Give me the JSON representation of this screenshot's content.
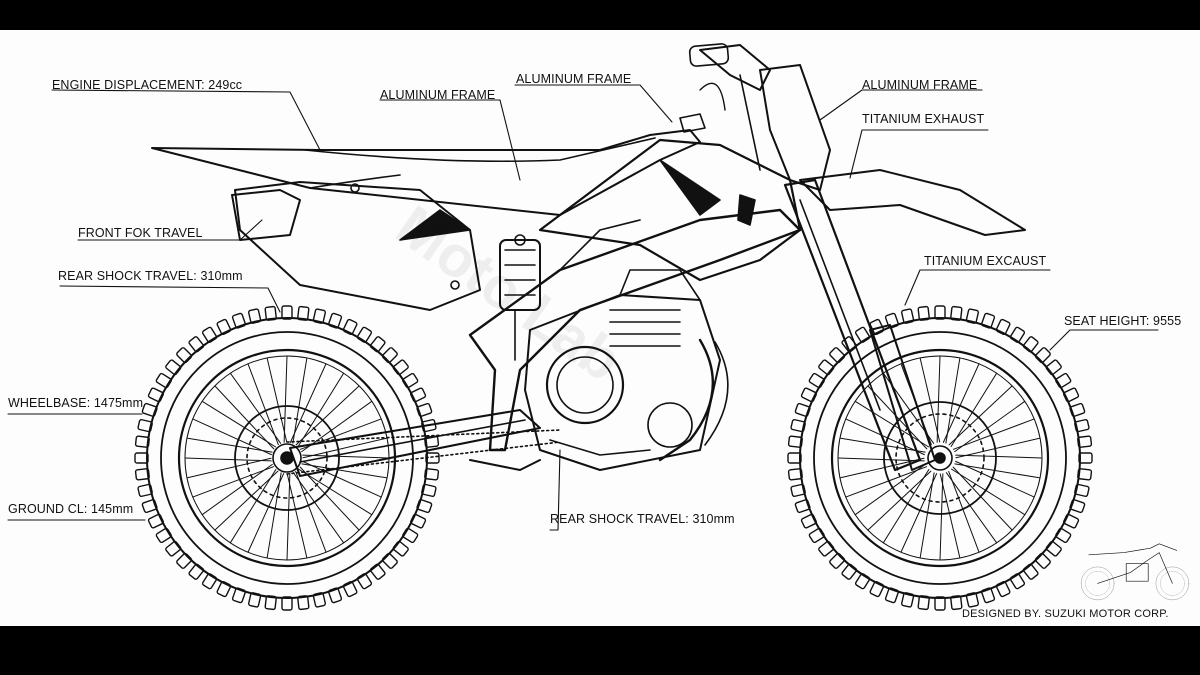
{
  "labels": {
    "engine_displacement": "ENGINE DISPLACEMENT: 249cc",
    "aluminum_frame_top": "ALUMINUM FRAME",
    "aluminum_frame_mid": "ALUMINUM FRAME",
    "aluminum_frame_right": "ALUMINUM FRAME",
    "titanium_exhaust": "TITANIUM EXHAUST",
    "front_fork_travel": "FRONT FOK TRAVEL",
    "rear_shock_travel_left": "REAR SHOCK TRAVEL: 310mm",
    "titanium_excaust": "TITANIUM EXCAUST",
    "seat_height": "SEAT HEIGHT: 9555",
    "wheelbase": "WHEELBASE: 1475mm",
    "ground_clearance": "GROUND CL: 145mm",
    "rear_shock_travel_bottom": "REAR SHOCK TRAVEL: 310mm"
  },
  "credit": "DESIGNED BY. SUZUKI MOTOR CORP.",
  "watermark": "Moto Lab",
  "colors": {
    "line": "#111111",
    "paper": "#fdfdfd",
    "frame_bars": "#000000"
  }
}
